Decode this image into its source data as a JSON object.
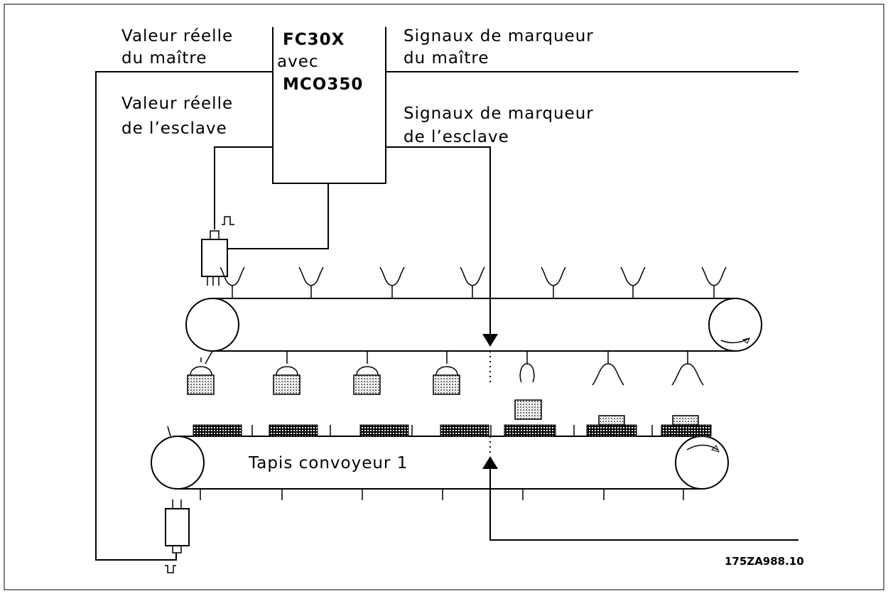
{
  "controller": {
    "line1": "FC30X",
    "line2": "avec",
    "line3": "MCO350"
  },
  "labels": {
    "master_actual_l1": "Valeur réelle",
    "master_actual_l2": "du maître",
    "slave_actual_l1": "Valeur réelle",
    "slave_actual_l2": "de l’esclave",
    "master_marker_l1": "Signaux de marqueur",
    "master_marker_l2": "du maître",
    "slave_marker_l1": "Signaux de marqueur",
    "slave_marker_l2": "de l’esclave",
    "conveyor": "Tapis convoyeur 1"
  },
  "figure_ref": "175ZA988.10",
  "colors": {
    "line": "#000000",
    "background": "#ffffff",
    "hatch": "#9a9a9a"
  }
}
